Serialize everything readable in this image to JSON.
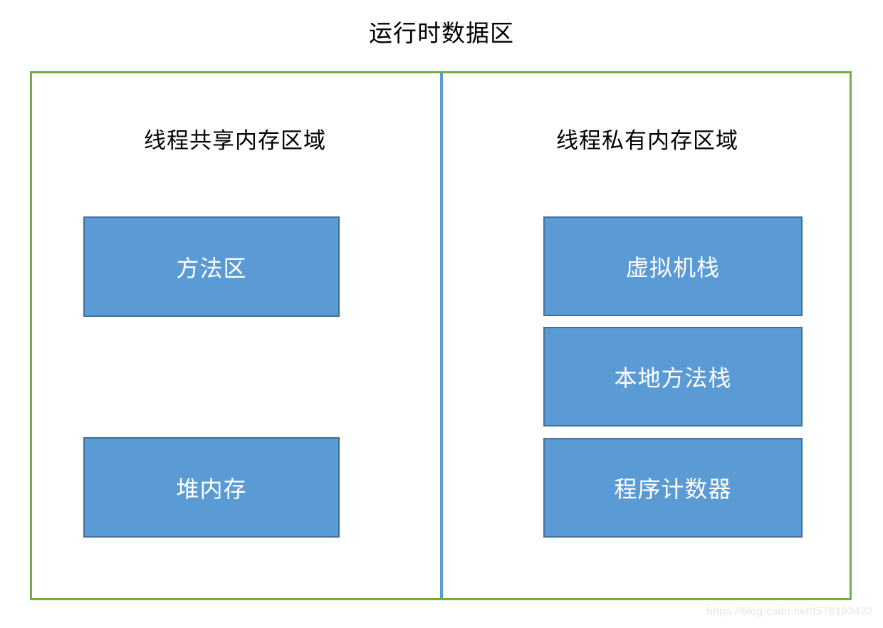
{
  "title": "运行时数据区",
  "diagram": {
    "left_section": {
      "heading": "线程共享内存区域",
      "boxes": [
        {
          "label": "方法区"
        },
        {
          "label": "堆内存"
        }
      ]
    },
    "right_section": {
      "heading": "线程私有内存区域",
      "boxes": [
        {
          "label": "虚拟机栈"
        },
        {
          "label": "本地方法栈"
        },
        {
          "label": "程序计数器"
        }
      ]
    },
    "colors": {
      "outer_border": "#70AD47",
      "divider": "#5B9BD5",
      "box_fill": "#5B9BD5",
      "box_border": "#41719C",
      "box_text": "#FFFFFF"
    }
  },
  "watermark": "https://blog.csdn.net/t576163422"
}
